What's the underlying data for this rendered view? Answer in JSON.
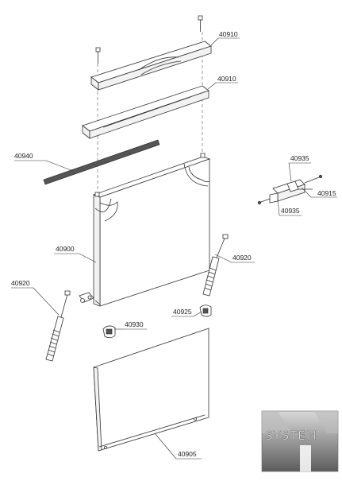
{
  "diagram": {
    "labels": {
      "bracket_top": "40910",
      "bracket_second": "40910",
      "gasket_strip": "40940",
      "hinge_upper": "40935",
      "hinge_middle": "40915",
      "hinge_lower": "40935",
      "door_panel": "40900",
      "spring_right": "40920",
      "spring_left": "40920",
      "spacer_right": "40925",
      "spacer_left": "40930",
      "lower_panel": "40905"
    }
  },
  "logo": {
    "text": "SYSTEM"
  }
}
